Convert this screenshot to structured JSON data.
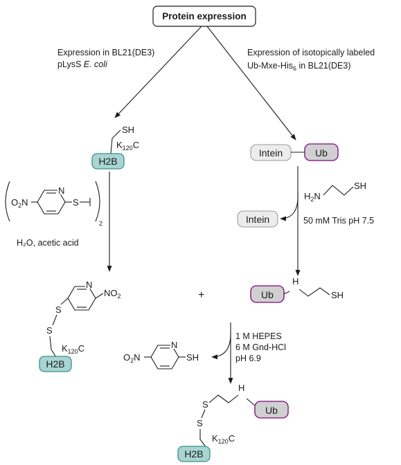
{
  "title": "Protein expression",
  "left_branch": {
    "label_line1": "Expression in BL21(DE3)",
    "label_line2_prefix": "pLysS ",
    "label_line2_italic": "E. coli"
  },
  "right_branch": {
    "label_line1": "Expression of isotopically labeled",
    "label_line2_prefix": "Ub-Mxe-His",
    "label_line2_sub": "6",
    "label_line2_suffix": " in BL21(DE3)"
  },
  "proteins": {
    "h2b": "H2B",
    "ub": "Ub",
    "intein": "Intein"
  },
  "residue": {
    "prefix": "K",
    "sub": "120",
    "suffix": "C"
  },
  "atoms": {
    "sh": "SH",
    "s": "S",
    "n": "N",
    "h": "H",
    "h2n": "H",
    "h2n_sub": "2",
    "h2n_n": "N",
    "o2n": "O",
    "o2n_sub": "2",
    "o2n_n": "N",
    "no2_n": "NO",
    "no2_sub": "2",
    "paren_sub": "2"
  },
  "reagents": {
    "left_condition": "H₂O, acetic acid",
    "right_condition": "50 mM Tris pH 7.5",
    "bottom_line1": "1 M HEPES",
    "bottom_line2": "6 M Gnd-HCl",
    "bottom_line3": "pH 6.9"
  },
  "plus": "+"
}
